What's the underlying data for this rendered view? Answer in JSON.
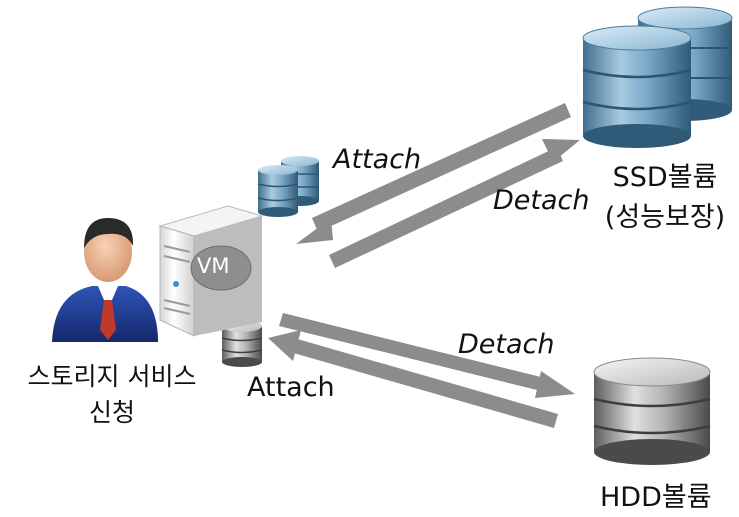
{
  "labels": {
    "user": "스토리지 서비스\n신청",
    "vm": "VM",
    "ssd": "SSD볼륨\n(성능보장)",
    "hdd": "HDD볼륨",
    "ssd_attach": "Attach",
    "ssd_detach": "Detach",
    "hdd_detach": "Detach",
    "hdd_attach": "Attach"
  },
  "colors": {
    "arrow": "#8c8c8c",
    "ssd_blue": "#5a8fb0",
    "hdd_gray": "#8a8a8a",
    "server_white": "#f2f2f2",
    "user_suit": "#1f3a8a",
    "tie": "#c0392b"
  },
  "icons": {
    "user": "businessman-icon",
    "vm_server": "server-icon",
    "ssd": "ssd-database-icon",
    "hdd": "hdd-database-icon"
  }
}
